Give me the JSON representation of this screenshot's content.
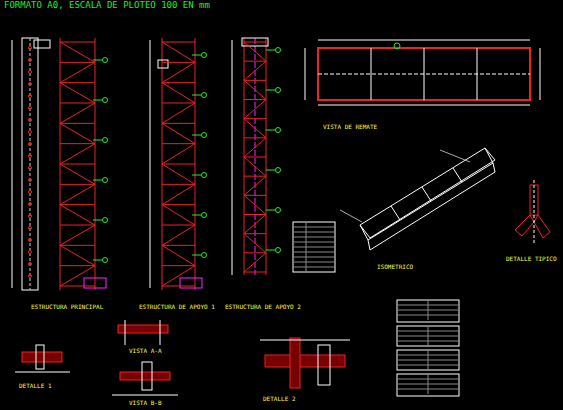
{
  "diagram": {
    "title": "FORMATO A0, ESCALA DE PLOTEO 100 EN mm",
    "labels": [
      "ESTRUCTURA PRINCIPAL",
      "ESTRUCTURA DE APOYO 1",
      "ESTRUCTURA DE APOYO 2",
      "VISTA DE REMATE",
      "ISOMETRICO",
      "DETALLE TIPICO",
      "DETALLE 1",
      "VISTA A-A",
      "VISTA B-B",
      "DETALLE 2"
    ]
  }
}
